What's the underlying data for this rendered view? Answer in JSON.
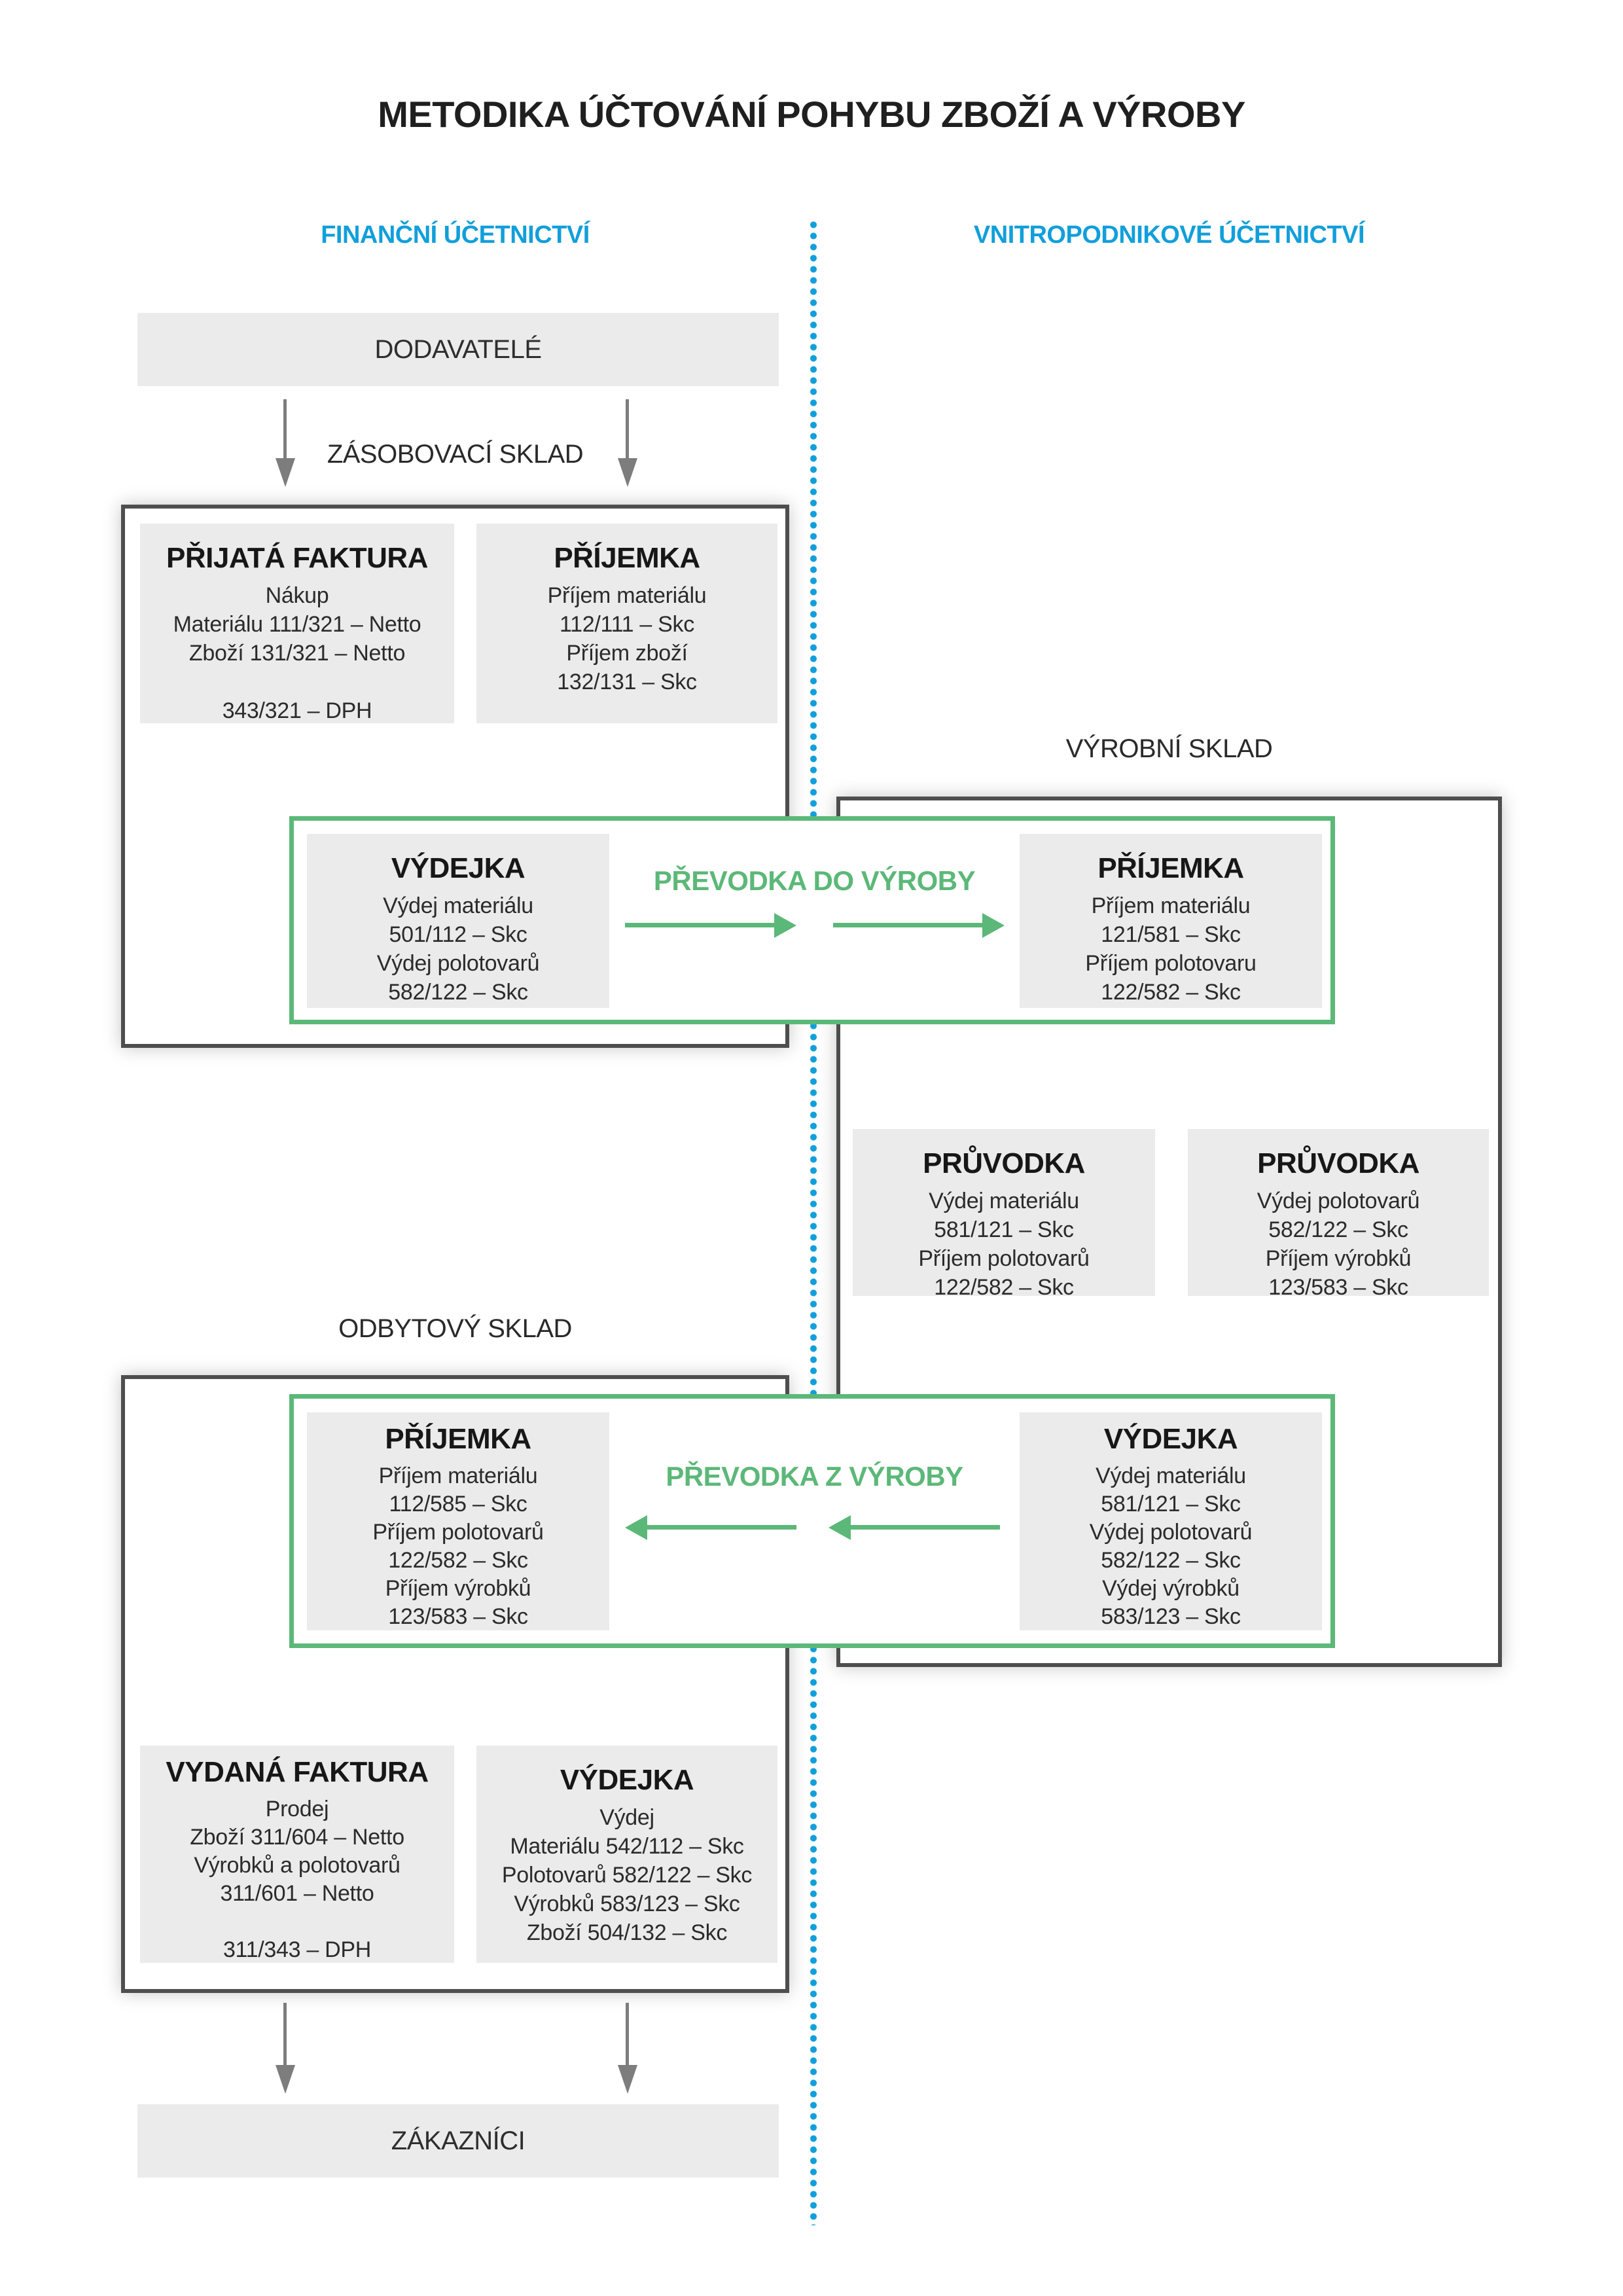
{
  "title": "METODIKA ÚČTOVÁNÍ POHYBU ZBOŽÍ A VÝROBY",
  "colors": {
    "blue": "#119fda",
    "green": "#5cb878",
    "box-gray": "#ebebeb",
    "border-dark": "#4e4e4e",
    "arrow-gray": "#7d7d7d"
  },
  "columns": {
    "financial": "FINANČNÍ ÚČETNICTVÍ",
    "internal": "VNITROPODNIKOVÉ ÚČETNICTVÍ"
  },
  "endpoints": {
    "suppliers": "DODAVATELÉ",
    "customers": "ZÁKAZNÍCI"
  },
  "section_labels": {
    "supply_warehouse": "ZÁSOBOVACÍ SKLAD",
    "production_warehouse": "VÝROBNÍ SKLAD",
    "sales_warehouse": "ODBYTOVÝ SKLAD"
  },
  "transfers": {
    "to_production": "PŘEVODKA  DO VÝROBY",
    "from_production": "PŘEVODKA  Z VÝROBY"
  },
  "cards": {
    "received_invoice": {
      "title": "PŘIJATÁ FAKTURA",
      "lines": [
        "Nákup",
        "Materiálu 111/321 – Netto",
        "Zboží 131/321 – Netto",
        "",
        "343/321 – DPH"
      ]
    },
    "receipt_supply": {
      "title": "PŘÍJEMKA",
      "lines": [
        "Příjem materiálu",
        "112/111 – Skc",
        "Příjem zboží",
        "132/131 – Skc"
      ]
    },
    "issue_supply": {
      "title": "VÝDEJKA",
      "lines": [
        "Výdej materiálu",
        "501/112 – Skc",
        "Výdej polotovarů",
        "582/122 – Skc"
      ]
    },
    "receipt_production": {
      "title": "PŘÍJEMKA",
      "lines": [
        "Příjem materiálu",
        "121/581 – Skc",
        "Příjem polotovaru",
        "122/582 – Skc"
      ]
    },
    "travel_card_material": {
      "title": "PRŮVODKA",
      "lines": [
        "Výdej materiálu",
        "581/121 – Skc",
        "Příjem polotovarů",
        "122/582 – Skc"
      ]
    },
    "travel_card_semiproducts": {
      "title": "PRŮVODKA",
      "lines": [
        "Výdej polotovarů",
        "582/122 – Skc",
        "Příjem výrobků",
        "123/583 – Skc"
      ]
    },
    "receipt_sales": {
      "title": "PŘÍJEMKA",
      "lines": [
        "Příjem materiálu",
        "112/585 – Skc",
        "Příjem polotovarů",
        "122/582 – Skc",
        "Příjem výrobků",
        "123/583 – Skc"
      ]
    },
    "issue_production": {
      "title": "VÝDEJKA",
      "lines": [
        "Výdej materiálu",
        "581/121 – Skc",
        "Výdej polotovarů",
        "582/122 – Skc",
        "Výdej výrobků",
        "583/123 – Skc"
      ]
    },
    "issued_invoice": {
      "title": "VYDANÁ FAKTURA",
      "lines": [
        "Prodej",
        "Zboží 311/604 – Netto",
        "Výrobků a polotovarů",
        "311/601 – Netto",
        "",
        "311/343 – DPH"
      ]
    },
    "issue_sales": {
      "title": "VÝDEJKA",
      "lines": [
        "Výdej",
        "Materiálu 542/112 – Skc",
        "Polotovarů 582/122 – Skc",
        "Výrobků 583/123 – Skc",
        "Zboží 504/132 – Skc"
      ]
    }
  }
}
